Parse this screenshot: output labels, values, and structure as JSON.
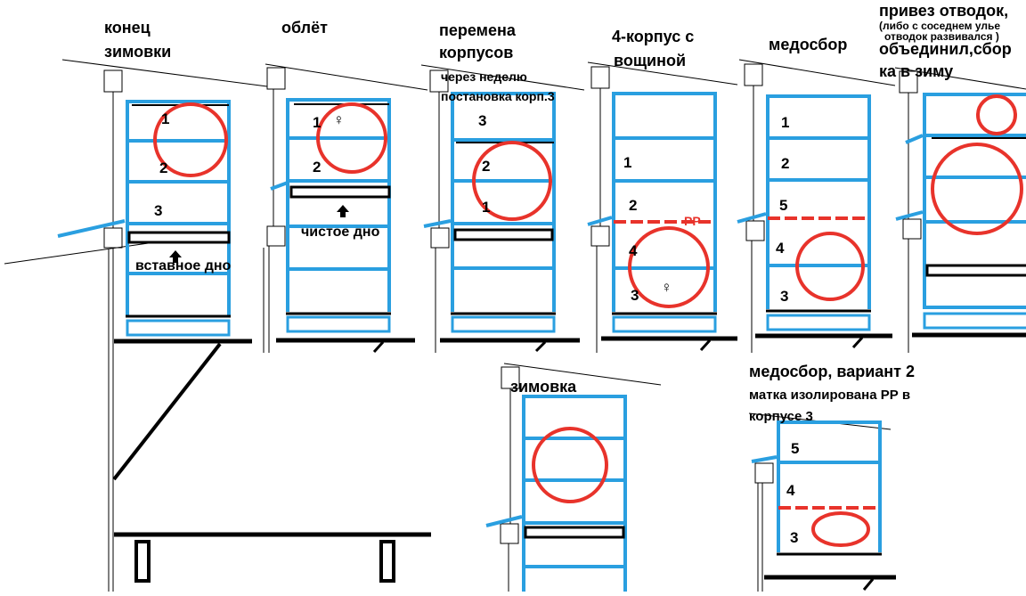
{
  "stages": [
    {
      "id": "s1",
      "caption": [
        "конец",
        "зимовки"
      ],
      "labels": [
        "1",
        "2",
        "3"
      ],
      "note": "вставное дно"
    },
    {
      "id": "s2",
      "caption": [
        "облёт"
      ],
      "labels": [
        "1",
        "2"
      ],
      "queen": "♀",
      "note": "чистое дно"
    },
    {
      "id": "s3",
      "caption": [
        "перемена",
        "корпусов"
      ],
      "subcaption": [
        "через неделю",
        "постановка корп.3"
      ],
      "labels": [
        "3",
        "2",
        "1"
      ]
    },
    {
      "id": "s4",
      "caption": [
        "4-корпус с",
        "вощиной"
      ],
      "labels": [
        "1",
        "2",
        "4",
        "3"
      ],
      "queen": "♀",
      "divider": "РР"
    },
    {
      "id": "s5",
      "caption": [
        "медосбор"
      ],
      "labels": [
        "1",
        "2",
        "5",
        "4",
        "3"
      ]
    },
    {
      "id": "s6",
      "caption": [
        "привез отводок,",
        "объединил,сбор",
        "ка в зиму"
      ],
      "subcaption": [
        "(либо с соседнем улье",
        "отводок развивался )"
      ]
    },
    {
      "id": "s7",
      "caption": [
        "зимовка"
      ]
    },
    {
      "id": "s8",
      "caption": [
        "медосбор, вариант 2"
      ],
      "subcaption": [
        "матка изолирована РР в",
        "корпусе 3"
      ],
      "labels": [
        "5",
        "4",
        "3"
      ]
    }
  ],
  "colors": {
    "frame": "#2a9fe0",
    "marker": "#e8332b",
    "line": "#000000"
  }
}
